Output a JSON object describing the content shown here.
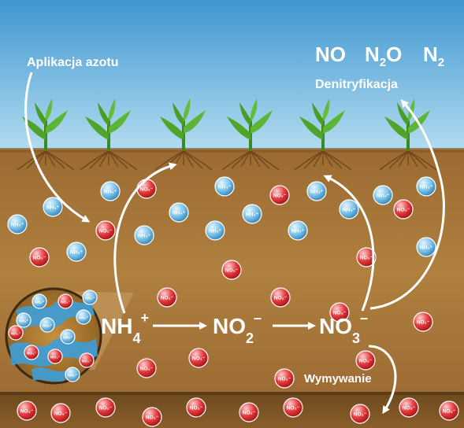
{
  "labels": {
    "application": "Aplikacja azotu",
    "denitrification": "Denitryfikacja",
    "leaching": "Wymywanie"
  },
  "gases": [
    {
      "base": "NO",
      "sub": ""
    },
    {
      "base": "N",
      "sub": "2",
      "tail": "O"
    },
    {
      "base": "N",
      "sub": "2",
      "tail": ""
    }
  ],
  "formula": {
    "ammonium": {
      "base": "NH",
      "sub": "4",
      "sup": "+"
    },
    "nitrite": {
      "base": "NO",
      "sub": "2",
      "sup": "–"
    },
    "nitrate": {
      "base": "NO",
      "sub": "3",
      "sup": "–"
    }
  },
  "ion_labels": {
    "ammonium": "NH₄⁺",
    "nitrate": "NO₃⁻"
  },
  "colors": {
    "sky_top": "#4a9fd4",
    "sky_bottom": "#a9d6ee",
    "soil": "#a8773d",
    "soil_dark": "#7e5524",
    "ammonium_ion": "#8ccdf0",
    "nitrate_ion": "#e8383c",
    "text": "#ffffff"
  }
}
